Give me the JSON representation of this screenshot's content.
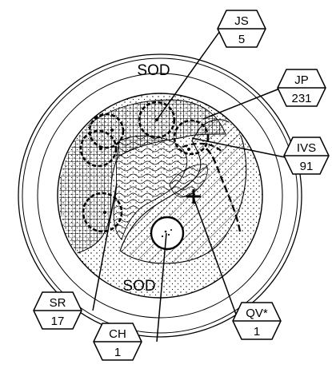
{
  "ring_labels": {
    "top": "SOD",
    "bottom": "SOD"
  },
  "callouts": [
    {
      "id": "js",
      "code": "JS",
      "count": "5"
    },
    {
      "id": "jp",
      "code": "JP",
      "count": "231"
    },
    {
      "id": "ivs",
      "code": "IVS",
      "count": "91"
    },
    {
      "id": "qv",
      "code": "QV*",
      "count": "1"
    },
    {
      "id": "ch",
      "code": "CH",
      "count": "1"
    },
    {
      "id": "sr",
      "code": "SR",
      "count": "17"
    }
  ],
  "colors": {
    "line": "#000000",
    "background": "#ffffff"
  }
}
